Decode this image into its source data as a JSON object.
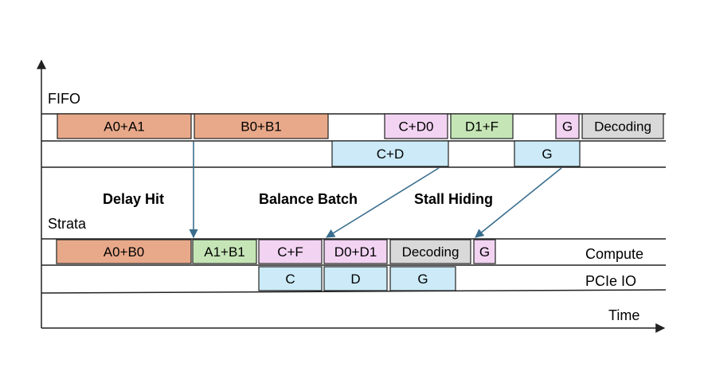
{
  "colors": {
    "orange": "#E8A98A",
    "green": "#C5E5B6",
    "pink": "#F2D3F2",
    "blue": "#CCEAF7",
    "gray": "#D9D9D9",
    "arrow": "#3A6E8E",
    "border": "#222222"
  },
  "labels": {
    "fifo": "FIFO",
    "strata": "Strata",
    "compute": "Compute",
    "pcie_io": "PCIe IO",
    "time": "Time"
  },
  "annotations": {
    "delay_hit": "Delay Hit",
    "balance_batch": "Balance Batch",
    "stall_hiding": "Stall Hiding"
  },
  "fifo_compute": [
    {
      "text": "A0+A1",
      "color": "orange"
    },
    {
      "text": "B0+B1",
      "color": "orange"
    },
    {
      "text": "C+D0",
      "color": "pink"
    },
    {
      "text": "D1+F",
      "color": "green"
    },
    {
      "text": "G",
      "color": "pink"
    },
    {
      "text": "Decoding",
      "color": "gray"
    }
  ],
  "fifo_io": [
    {
      "text": "C+D",
      "color": "blue"
    },
    {
      "text": "G",
      "color": "blue"
    }
  ],
  "strata_compute": [
    {
      "text": "A0+B0",
      "color": "orange"
    },
    {
      "text": "A1+B1",
      "color": "green"
    },
    {
      "text": "C+F",
      "color": "pink"
    },
    {
      "text": "D0+D1",
      "color": "pink"
    },
    {
      "text": "Decoding",
      "color": "gray"
    },
    {
      "text": "G",
      "color": "pink"
    }
  ],
  "strata_io": [
    {
      "text": "C",
      "color": "blue"
    },
    {
      "text": "D",
      "color": "blue"
    },
    {
      "text": "G",
      "color": "blue"
    }
  ]
}
